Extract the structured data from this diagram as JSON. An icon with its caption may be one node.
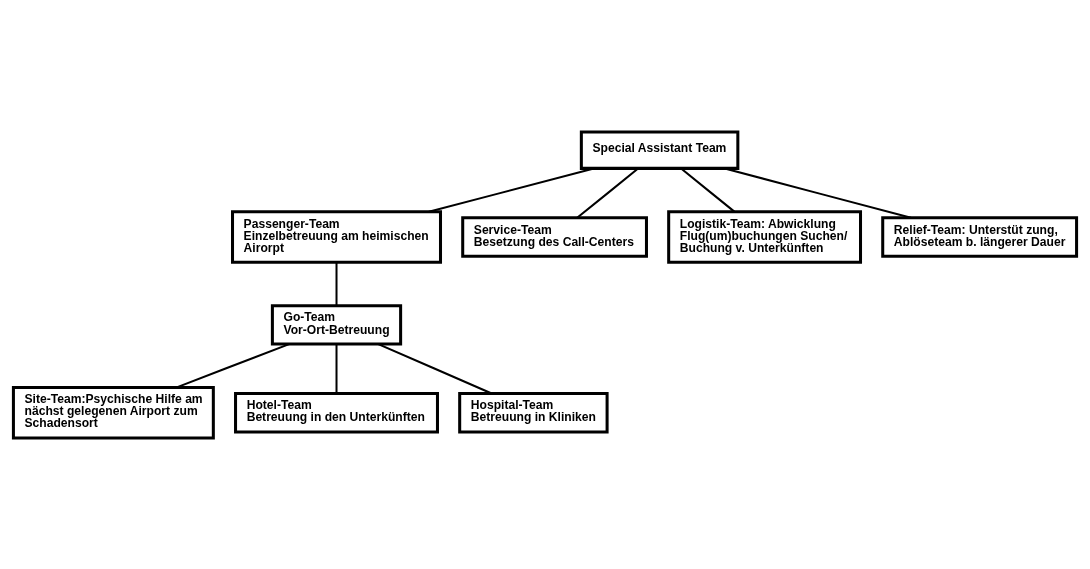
{
  "diagram": {
    "nodes": [
      {
        "text": [
          "Special Assistant Team"
        ]
      },
      {
        "text": [
          "Passenger-Team",
          "Einzelbetreuung am heimischen Airorpt"
        ]
      },
      {
        "text": [
          "Service-Team",
          "Besetzung des Call-Centers"
        ]
      },
      {
        "text": [
          "Logistik-Team: Abwicklung Flug(um)buchungen Suchen/ Buchung v. Unterkünften"
        ]
      },
      {
        "text": [
          "Relief-Team: Unterstüt zung, Ablöseteam b. längerer Dauer"
        ]
      },
      {
        "text": [
          "Go-Team",
          "Vor-Ort-Betreuung"
        ]
      },
      {
        "text": [
          "Site-Team:Psychische Hilfe am nächst gelegenen Airport zum Schadensort"
        ]
      },
      {
        "text": [
          "Hotel-Team",
          "Betreuung in den Unterkünften"
        ]
      },
      {
        "text": [
          "Hospital-Team",
          "Betreuung in Kliniken"
        ]
      }
    ],
    "edges": [
      {
        "from": 0,
        "to": 1,
        "arrow": "none"
      },
      {
        "from": 0,
        "to": 2,
        "arrow": "none"
      },
      {
        "from": 0,
        "to": 3,
        "arrow": "none"
      },
      {
        "from": 0,
        "to": 4,
        "arrow": "none"
      },
      {
        "from": 1,
        "to": 5,
        "arrow": "none"
      },
      {
        "from": 5,
        "to": 6,
        "arrow": "none"
      },
      {
        "from": 5,
        "to": 7,
        "arrow": "none"
      },
      {
        "from": 5,
        "to": 8,
        "arrow": "none"
      }
    ]
  }
}
